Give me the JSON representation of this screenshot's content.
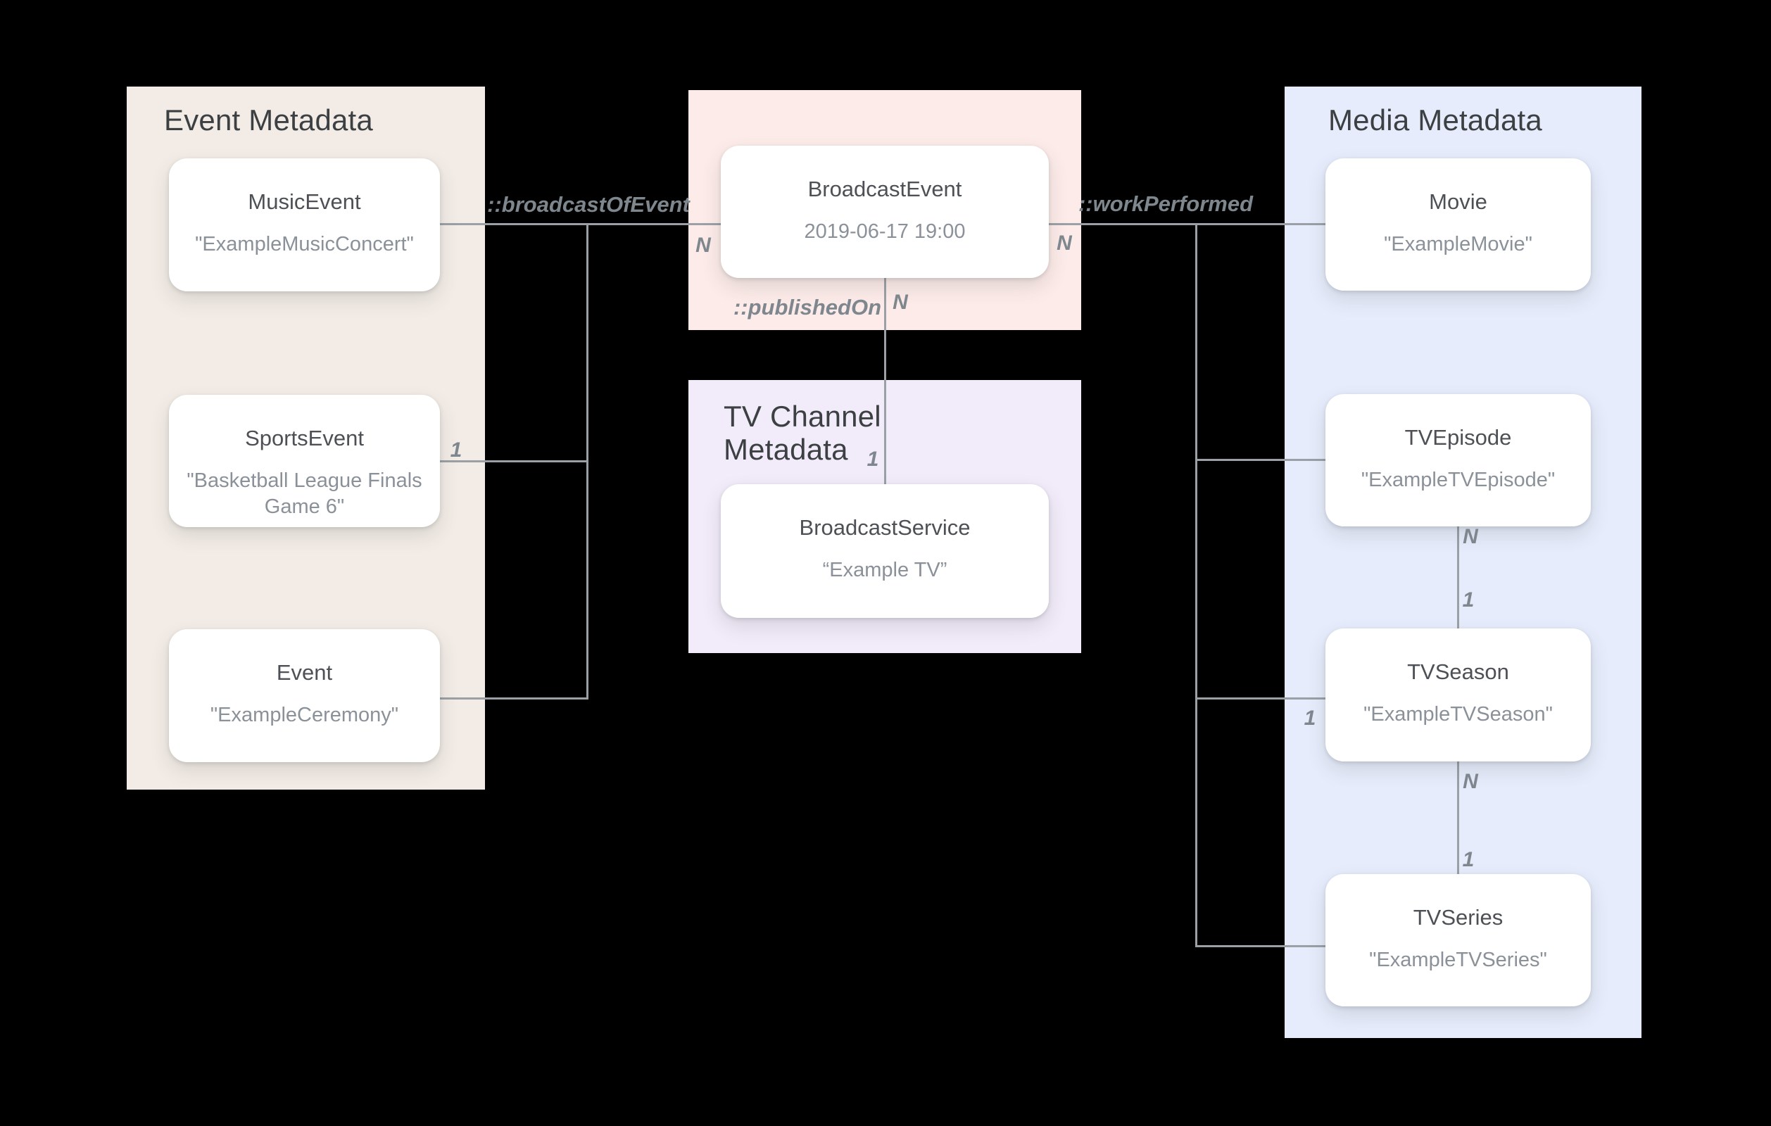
{
  "colors": {
    "background": "#000000",
    "event_panel": "#f3ece6",
    "broadcast_panel": "#fcebe8",
    "tv_channel_panel": "#f2ebf9",
    "media_panel": "#e6ecfb",
    "card": "#ffffff",
    "line": "#9aa0a6",
    "panel_title_text": "#3c4043",
    "card_title_text": "#4d5156",
    "card_subtitle_text": "#8b9199",
    "label_text": "#7e868e"
  },
  "panels": {
    "event": {
      "title": "Event Metadata"
    },
    "broadcast": {
      "title": ""
    },
    "tv_channel": {
      "title": "TV Channel Metadata"
    },
    "media": {
      "title": "Media Metadata"
    }
  },
  "cards": {
    "music_event": {
      "title": "MusicEvent",
      "subtitle": "\"ExampleMusicConcert\""
    },
    "sports_event": {
      "title": "SportsEvent",
      "subtitle": "\"Basketball League Finals Game 6\""
    },
    "event": {
      "title": "Event",
      "subtitle": "\"ExampleCeremony\""
    },
    "broadcast_event": {
      "title": "BroadcastEvent",
      "subtitle": "2019-06-17 19:00"
    },
    "broadcast_service": {
      "title": "BroadcastService",
      "subtitle": "“Example TV”"
    },
    "movie": {
      "title": "Movie",
      "subtitle": "\"ExampleMovie\""
    },
    "tv_episode": {
      "title": "TVEpisode",
      "subtitle": "\"ExampleTVEpisode\""
    },
    "tv_season": {
      "title": "TVSeason",
      "subtitle": "\"ExampleTVSeason\""
    },
    "tv_series": {
      "title": "TVSeries",
      "subtitle": "\"ExampleTVSeries\""
    }
  },
  "relations": {
    "broadcast_of_event": "::broadcastOfEvent",
    "work_performed": "::workPerformed",
    "published_on": "::publishedOn"
  },
  "multiplicities": {
    "broadcast_event_left_n": "N",
    "broadcast_event_right_n": "N",
    "published_on_n": "N",
    "published_on_1": "1",
    "sports_event_1": "1",
    "episode_to_season_n": "N",
    "episode_to_season_1": "1",
    "season_work_performed_1": "1",
    "season_to_series_n": "N",
    "season_to_series_1": "1"
  }
}
